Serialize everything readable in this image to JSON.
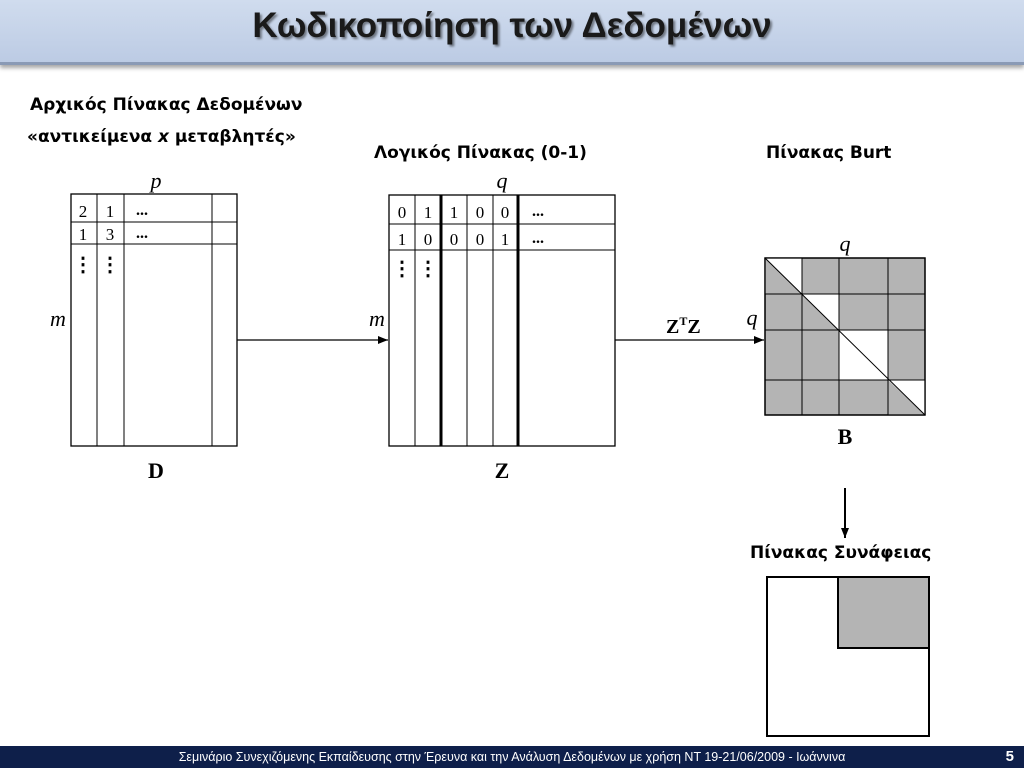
{
  "title": "Κωδικοποίηση των Δεδομένων",
  "labels": {
    "original_table_line1": "Αρχικός Πίνακας Δεδομένων",
    "original_table_line2_start": "«αντικείμενα ",
    "original_table_line2_x": "x",
    "original_table_line2_end": " μεταβλητές»",
    "logical_table": "Λογικός Πίνακας (0-1)",
    "burt_table": "Πίνακας Burt",
    "contingency_table": "Πίνακας Συνάφειας"
  },
  "matrix_d": {
    "name": "D",
    "row_dim": "m",
    "col_dim": "p",
    "rows": [
      [
        "2",
        "1",
        "..."
      ],
      [
        "1",
        "3",
        "..."
      ]
    ],
    "vdots": "⋮"
  },
  "matrix_z": {
    "name": "Z",
    "row_dim": "m",
    "col_dim": "q",
    "rows": [
      [
        "0",
        "1",
        "1",
        "0",
        "0",
        "..."
      ],
      [
        "1",
        "0",
        "0",
        "0",
        "1",
        "..."
      ]
    ],
    "vdots": "⋮"
  },
  "arrow_label": {
    "base": "Z",
    "sup": "T",
    "tail": "Z"
  },
  "matrix_b": {
    "name": "B",
    "col_dim": "q",
    "row_dim": "q"
  },
  "colors": {
    "title_bg": "#c5d3ea",
    "footer_bg": "#0e1f4a",
    "shade": "#b4b4b4"
  },
  "footer": {
    "text": "Σεμινάριο Συνεχιζόμενης Εκπαίδευσης στην Έρευνα και την Ανάλυση Δεδομένων με χρήση ΝΤ  19-21/06/2009 - Ιωάννινα",
    "page": "5"
  }
}
